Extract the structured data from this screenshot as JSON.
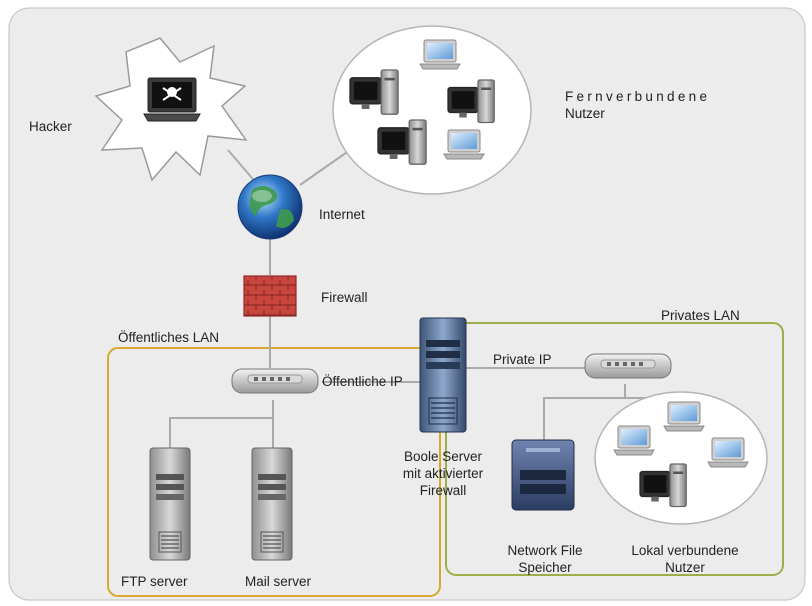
{
  "labels": {
    "hacker": "Hacker",
    "remote_users_line1": "Fernverbundene",
    "remote_users_line2": "Nutzer",
    "internet": "Internet",
    "firewall": "Firewall",
    "public_lan": "Öffentliches LAN",
    "private_lan": "Privates LAN",
    "private_ip": "Private IP",
    "public_ip": "Öffentliche IP",
    "boole_line1": "Boole Server",
    "boole_line2": "mit aktivierter",
    "boole_line3": "Firewall",
    "ftp_server": "FTP server",
    "mail_server": "Mail server",
    "nfs_line1": "Network File",
    "nfs_line2": "Speicher",
    "local_users_line1": "Lokal verbundene",
    "local_users_line2": "Nutzer"
  },
  "colors": {
    "background_panel": "#ececec",
    "public_lan_border": "#d9a832",
    "private_lan_border": "#9aaf4a",
    "connector": "#aaaaaa"
  }
}
